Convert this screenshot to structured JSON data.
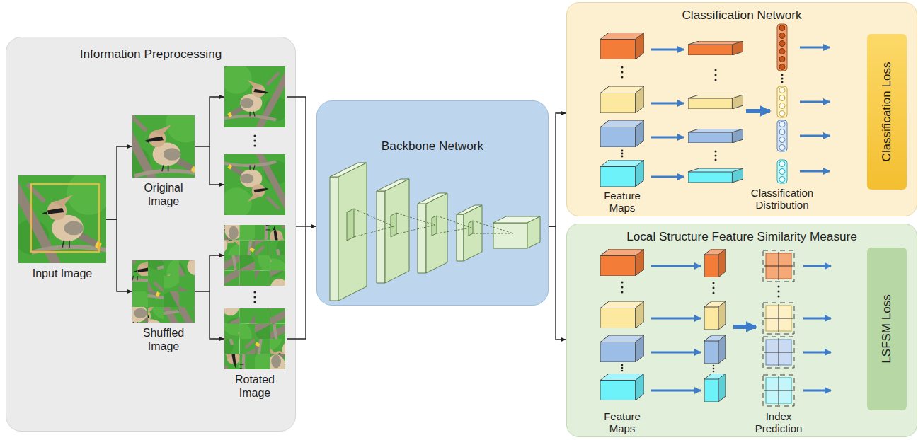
{
  "diagram": {
    "nodes": [
      {
        "text": [
          "Information Preprocessing"
        ]
      },
      {
        "text": [
          "Input Image"
        ],
        "in": 0
      },
      {
        "text": [
          "Original Image"
        ],
        "in": 0
      },
      {
        "text": [
          "Shuffled Image"
        ],
        "in": 0
      },
      {
        "text": [
          "Rotated Image"
        ],
        "in": 0
      },
      {
        "text": [
          "Backbone Network"
        ]
      },
      {
        "text": [
          "Classification Network"
        ]
      },
      {
        "text": [
          "Classification Loss"
        ],
        "in": 6
      },
      {
        "text": [
          "Local Structure Feature Similarity Measure"
        ]
      },
      {
        "text": [
          "LSFSM Loss"
        ],
        "in": 8
      }
    ],
    "edges": [
      {
        "from": 1,
        "to": 2,
        "arrow": "to"
      },
      {
        "from": 1,
        "to": 3,
        "arrow": "to"
      },
      {
        "from": 3,
        "to": 4,
        "arrow": "to"
      },
      {
        "from": 0,
        "to": 5,
        "arrow": "to"
      },
      {
        "from": 5,
        "to": 6,
        "arrow": "to"
      },
      {
        "from": 5,
        "to": 8,
        "arrow": "to"
      }
    ],
    "labels": [
      "Feature Maps",
      "Classification Distribution",
      "Feature Maps",
      "Index Prediction"
    ]
  }
}
